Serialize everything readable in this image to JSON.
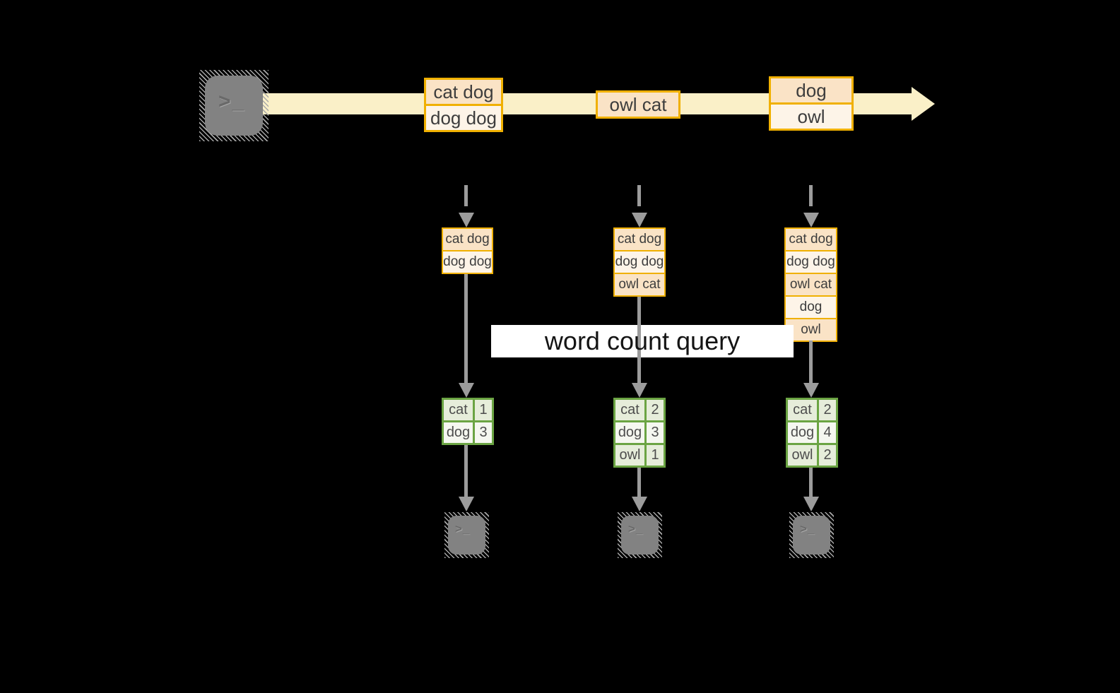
{
  "colors": {
    "background": "#000000",
    "stream_band": "#faf0c8",
    "event_border": "#f0b000",
    "event_fill_dark": "#fae3c6",
    "event_fill_light": "#fdf4e8",
    "table_border": "#6ba443",
    "table_fill_dark": "#e6edda",
    "table_fill_light": "#f5f7f0",
    "arrow_gray": "#9c9c9c",
    "terminal_gray": "#828282",
    "query_box_bg": "#ffffff",
    "text": "#3d3d3d"
  },
  "icons": {
    "prompt": ">_"
  },
  "query_label": "word count query",
  "stream": {
    "events": [
      {
        "rows": [
          "cat dog",
          "dog dog"
        ]
      },
      {
        "rows": [
          "owl cat"
        ]
      },
      {
        "rows": [
          "dog",
          "owl"
        ]
      }
    ]
  },
  "columns": [
    {
      "batch_rows": [
        "cat dog",
        "dog dog"
      ],
      "counts": [
        {
          "word": "cat",
          "count": "1"
        },
        {
          "word": "dog",
          "count": "3"
        }
      ]
    },
    {
      "batch_rows": [
        "cat dog",
        "dog dog",
        "owl cat"
      ],
      "counts": [
        {
          "word": "cat",
          "count": "2"
        },
        {
          "word": "dog",
          "count": "3"
        },
        {
          "word": "owl",
          "count": "1"
        }
      ]
    },
    {
      "batch_rows": [
        "cat dog",
        "dog dog",
        "owl cat",
        "dog",
        "owl"
      ],
      "counts": [
        {
          "word": "cat",
          "count": "2"
        },
        {
          "word": "dog",
          "count": "4"
        },
        {
          "word": "owl",
          "count": "2"
        }
      ]
    }
  ]
}
